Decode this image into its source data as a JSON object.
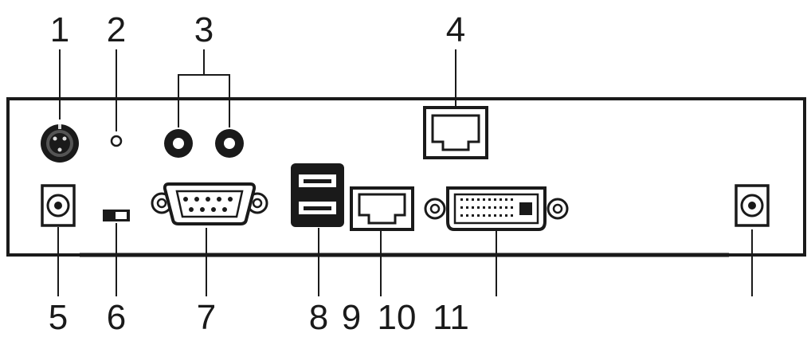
{
  "callouts": {
    "top": [
      "1",
      "2",
      "3",
      "4"
    ],
    "bottom": [
      "5",
      "6",
      "7",
      "8",
      "9",
      "10",
      "11"
    ]
  },
  "colors": {
    "ink": "#1a1a1a",
    "panel": "#ffffff"
  },
  "icons": [
    "power-jack-icon",
    "led-indicator-icon",
    "audio-jack-icon",
    "rj45-port-icon",
    "grounding-terminal-icon",
    "switch-icon",
    "serial-port-icon",
    "usb-port-icon",
    "sfp-port-icon",
    "dvi-port-icon"
  ]
}
